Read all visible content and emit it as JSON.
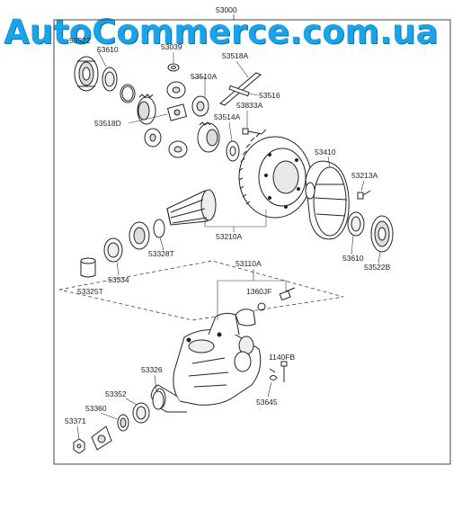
{
  "watermark": "AutoCommerce.com.ua",
  "assembly_number": "53000",
  "labels": {
    "p53522_top": "53522",
    "p53610_top": "53610",
    "p53039": "53039",
    "p53518A": "53518A",
    "p53510A": "53510A",
    "p53516": "53516",
    "p53833A": "53833A",
    "p53514A": "53514A",
    "p53518D": "53518D",
    "p53410": "53410",
    "p53213A": "53213A",
    "p53210A": "53210A",
    "p53328T": "53328T",
    "p53610_right": "53610",
    "p53522B": "53522B",
    "p53334": "53334",
    "p53325T": "53325T",
    "p53110A": "53110A",
    "p1360JF": "1360JF",
    "p1140FB": "1140FB",
    "p53326": "53326",
    "p53352": "53352",
    "p53360": "53360",
    "p53371": "53371",
    "p53645": "53645"
  },
  "colors": {
    "watermark": "#1aa3e8",
    "line": "#333333"
  }
}
